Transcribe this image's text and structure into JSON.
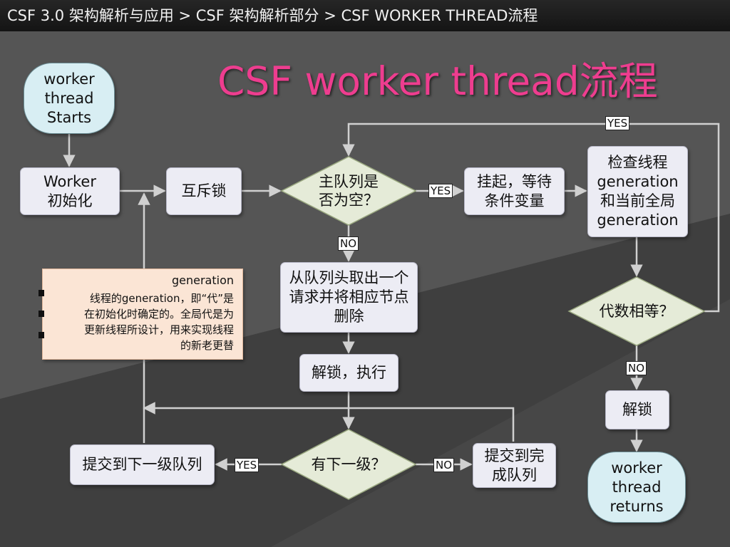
{
  "breadcrumb": "CSF 3.0 架构解析与应用 > CSF 架构解析部分  > CSF WORKER THREAD流程",
  "title": "CSF worker thread流程",
  "colors": {
    "title": "#ee3d8f",
    "process_fill": "#ececf4",
    "decision_fill": "#e5ebd8",
    "terminal_fill": "#d8eef3",
    "note_fill": "#fbe5d5",
    "arrow": "#d0d0d0"
  },
  "nodes": {
    "start": "worker\nthread\nStarts",
    "init": "Worker\n初始化",
    "mutex": "互斥锁",
    "queue_empty": "主队列是\n否为空？",
    "suspend": "挂起，等待\n条件变量",
    "check_gen": "检查线程\ngeneration\n和当前全局\ngeneration",
    "take_request": "从队列头取出一个\n请求并将相应节点\n删除",
    "unlock_exec": "解锁，执行",
    "gen_equal": "代数相等？",
    "unlock": "解锁",
    "end": "worker\nthread\nreturns",
    "next_level": "有下一级？",
    "submit_next": "提交到下一级队列",
    "submit_done": "提交到完\n成队列"
  },
  "labels": {
    "yes_top": "YES",
    "yes_queue": "YES",
    "no_queue": "NO",
    "no_gen": "NO",
    "yes_next": "YES",
    "no_next": "NO"
  },
  "note": {
    "title": "generation",
    "body": "线程的generation，即“代”是\n在初始化时确定的。全局代是为\n更新线程所设计，用来实现线程\n的新老更替"
  }
}
